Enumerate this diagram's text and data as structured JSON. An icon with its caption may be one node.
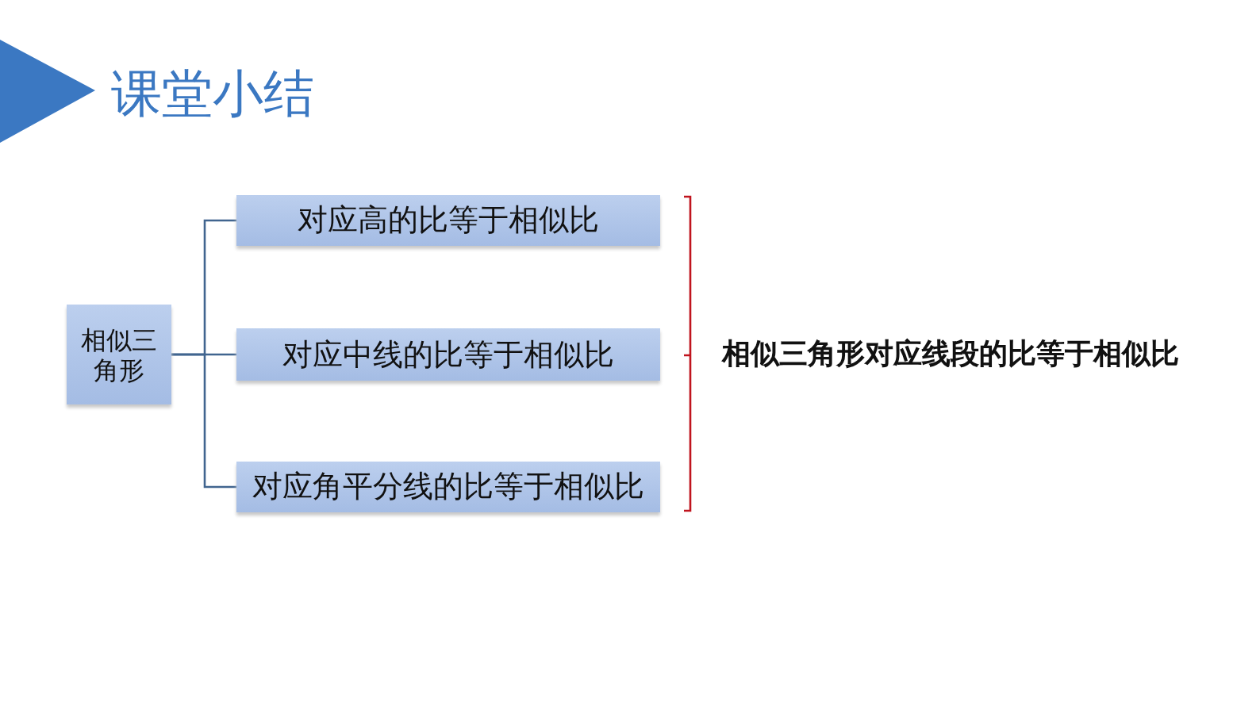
{
  "diagram": {
    "title": "课堂小结",
    "nodes": [
      {
        "text": [
          "相似三角形"
        ]
      },
      {
        "text": [
          "对应高的比等于相似比"
        ]
      },
      {
        "text": [
          "对应中线的比等于相似比"
        ]
      },
      {
        "text": [
          "对应角平分线的比等于相似比"
        ]
      }
    ],
    "edges": [
      {
        "from": 0,
        "to": 1,
        "arrow": "none"
      },
      {
        "from": 0,
        "to": 2,
        "arrow": "none"
      },
      {
        "from": 0,
        "to": 3,
        "arrow": "none"
      }
    ],
    "labels": [
      "相似三角形对应线段的比等于相似比"
    ]
  }
}
